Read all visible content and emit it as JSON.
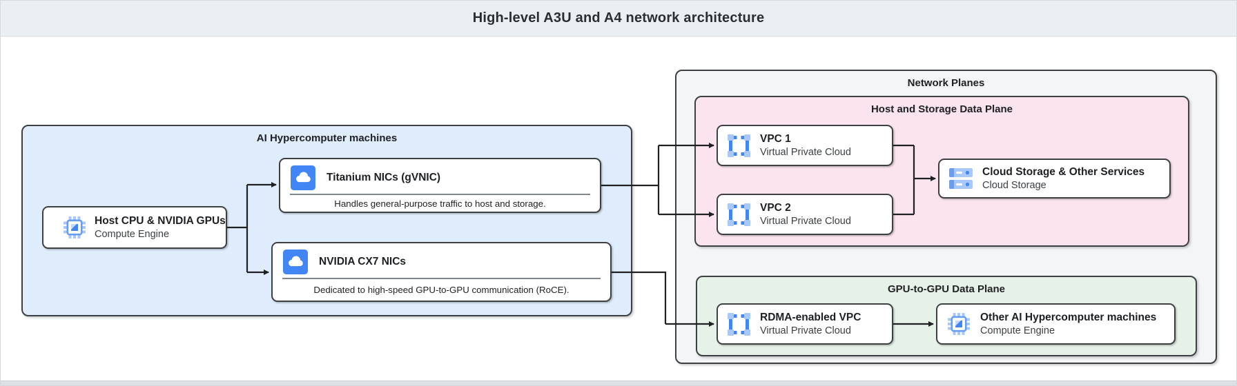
{
  "header": {
    "title": "High-level A3U and A4 network architecture"
  },
  "ai_machines": {
    "label": "AI Hypercomputer machines",
    "host": {
      "title": "Host CPU & NVIDIA GPUs",
      "subtitle": "Compute Engine"
    },
    "titanium": {
      "title": "Titanium NICs (gVNIC)",
      "description": "Handles general-purpose traffic to host and storage."
    },
    "cx7": {
      "title": "NVIDIA CX7 NICs",
      "description": "Dedicated to high-speed GPU-to-GPU communication (RoCE)."
    }
  },
  "network_planes": {
    "label": "Network Planes",
    "host_storage_plane": {
      "label": "Host and Storage Data Plane",
      "vpc1": {
        "title": "VPC 1",
        "subtitle": "Virtual Private Cloud"
      },
      "vpc2": {
        "title": "VPC 2",
        "subtitle": "Virtual Private Cloud"
      },
      "cloud_storage": {
        "title": "Cloud Storage & Other Services",
        "subtitle": "Cloud Storage"
      }
    },
    "gpu_plane": {
      "label": "GPU-to-GPU Data Plane",
      "rdma_vpc": {
        "title": "RDMA-enabled VPC",
        "subtitle": "Virtual Private Cloud"
      },
      "other_machines": {
        "title": "Other AI Hypercomputer machines",
        "subtitle": "Compute Engine"
      }
    }
  },
  "icons": {
    "compute_engine": "compute-engine-chip-icon",
    "cloud_nic": "cloud-nic-icon",
    "vpc": "vpc-frame-icon",
    "cloud_storage": "cloud-storage-stack-icon"
  },
  "colors": {
    "header_bg": "#eceff1",
    "ai_group_bg": "#dfecfb",
    "network_group_bg": "#f4f5f6",
    "host_storage_plane_bg": "#fbe4ed",
    "gpu_plane_bg": "#e6f1e7",
    "node_border": "#3c4043",
    "connector": "#1e2023",
    "icon_blue": "#4285f4",
    "icon_light_blue": "#a8c7fa"
  }
}
